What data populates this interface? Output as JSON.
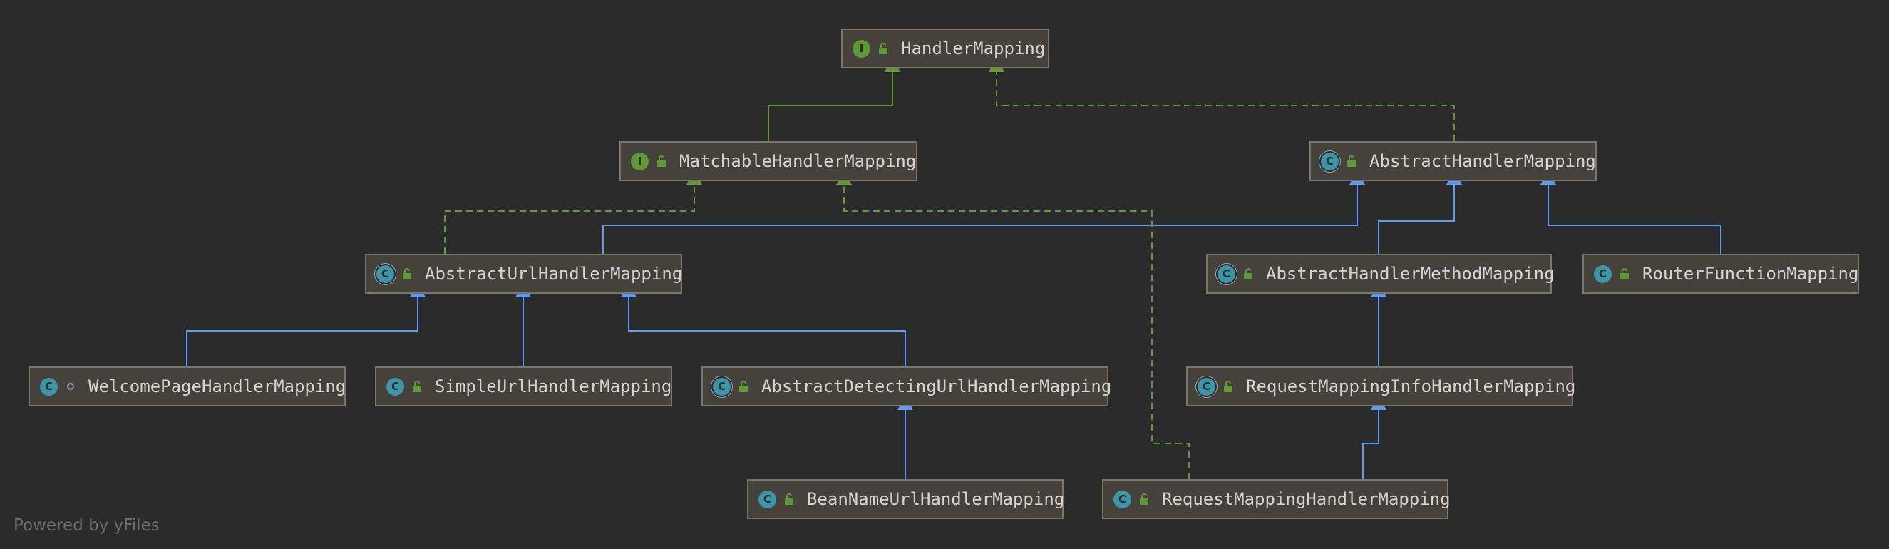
{
  "colors": {
    "background": "#2b2b2b",
    "node_fill": "#45423b",
    "node_border": "#7a7669",
    "extends_edge": "#5b9bf5",
    "interface_edge": "#5f9937",
    "interface_badge": "#5f9937",
    "class_badge": "#3d95a8"
  },
  "nodes": [
    {
      "id": "handler_mapping",
      "label": "HandlerMapping",
      "kind": "interface",
      "badge": "I",
      "access": "public",
      "icon": "interface-icon"
    },
    {
      "id": "matchable",
      "label": "MatchableHandlerMapping",
      "kind": "interface",
      "badge": "I",
      "access": "public",
      "icon": "interface-icon"
    },
    {
      "id": "abstract_hm",
      "label": "AbstractHandlerMapping",
      "kind": "abstract",
      "badge": "C",
      "access": "public",
      "icon": "abstract-class-icon"
    },
    {
      "id": "abstract_url",
      "label": "AbstractUrlHandlerMapping",
      "kind": "abstract",
      "badge": "C",
      "access": "public",
      "icon": "abstract-class-icon"
    },
    {
      "id": "abstract_method",
      "label": "AbstractHandlerMethodMapping",
      "kind": "abstract",
      "badge": "C",
      "access": "public",
      "icon": "abstract-class-icon"
    },
    {
      "id": "router_fn",
      "label": "RouterFunctionMapping",
      "kind": "class",
      "badge": "C",
      "access": "public",
      "icon": "class-icon"
    },
    {
      "id": "welcome",
      "label": "WelcomePageHandlerMapping",
      "kind": "class",
      "badge": "C",
      "access": "package",
      "icon": "class-icon"
    },
    {
      "id": "simple_url",
      "label": "SimpleUrlHandlerMapping",
      "kind": "class",
      "badge": "C",
      "access": "public",
      "icon": "class-icon"
    },
    {
      "id": "abstract_detecting",
      "label": "AbstractDetectingUrlHandlerMapping",
      "kind": "abstract",
      "badge": "C",
      "access": "public",
      "icon": "abstract-class-icon"
    },
    {
      "id": "rmi",
      "label": "RequestMappingInfoHandlerMapping",
      "kind": "abstract",
      "badge": "C",
      "access": "public",
      "icon": "abstract-class-icon"
    },
    {
      "id": "bean_name",
      "label": "BeanNameUrlHandlerMapping",
      "kind": "class",
      "badge": "C",
      "access": "public",
      "icon": "class-icon"
    },
    {
      "id": "rmh",
      "label": "RequestMappingHandlerMapping",
      "kind": "class",
      "badge": "C",
      "access": "public",
      "icon": "class-icon"
    }
  ],
  "edges": [
    {
      "from": "matchable",
      "to": "handler_mapping",
      "type": "extends-interface"
    },
    {
      "from": "abstract_hm",
      "to": "handler_mapping",
      "type": "implements"
    },
    {
      "from": "abstract_url",
      "to": "matchable",
      "type": "implements"
    },
    {
      "from": "abstract_url",
      "to": "abstract_hm",
      "type": "extends"
    },
    {
      "from": "abstract_method",
      "to": "abstract_hm",
      "type": "extends"
    },
    {
      "from": "router_fn",
      "to": "abstract_hm",
      "type": "extends"
    },
    {
      "from": "welcome",
      "to": "abstract_url",
      "type": "extends"
    },
    {
      "from": "simple_url",
      "to": "abstract_url",
      "type": "extends"
    },
    {
      "from": "abstract_detecting",
      "to": "abstract_url",
      "type": "extends"
    },
    {
      "from": "bean_name",
      "to": "abstract_detecting",
      "type": "extends"
    },
    {
      "from": "rmi",
      "to": "abstract_method",
      "type": "extends"
    },
    {
      "from": "rmh",
      "to": "rmi",
      "type": "extends"
    },
    {
      "from": "rmh",
      "to": "matchable",
      "type": "implements"
    }
  ],
  "footer": "Powered by yFiles"
}
